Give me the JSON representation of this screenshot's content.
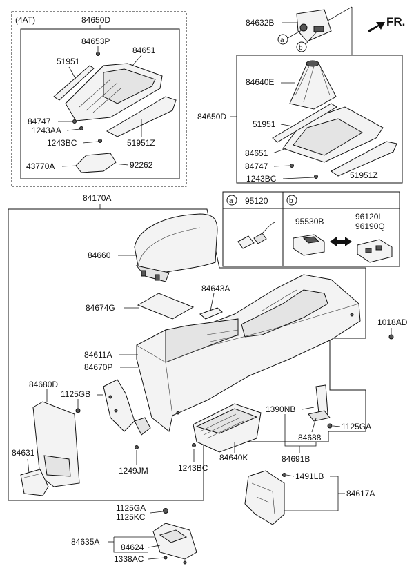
{
  "fr_label": "FR.",
  "variant_label": "(4AT)",
  "inset": {
    "a_label": "a",
    "a_part": "95120",
    "b_label": "b",
    "b_part1": "95530B",
    "b_part2a": "96120L",
    "b_part2b": "96190Q"
  },
  "callouts": {
    "c84650D_top": "84650D",
    "c84653P": "84653P",
    "c84651_top": "84651",
    "c51951_top": "51951",
    "c84747_top": "84747",
    "c1243AA": "1243AA",
    "c1243BC_top": "1243BC",
    "c51951Z_top": "51951Z",
    "c43770A": "43770A",
    "c92262": "92262",
    "c84632B": "84632B",
    "c84640E": "84640E",
    "c84650D_right": "84650D",
    "c51951_right": "51951",
    "c84651_right": "84651",
    "c84747_right": "84747",
    "c1243BC_right": "1243BC",
    "c51951Z_right": "51951Z",
    "c84170A": "84170A",
    "c84660": "84660",
    "c84643A": "84643A",
    "c84674G": "84674G",
    "c1018AD": "1018AD",
    "c84611A": "84611A",
    "c84670P": "84670P",
    "c84680D": "84680D",
    "c1125GB": "1125GB",
    "c1390NB": "1390NB",
    "c1125GA_right": "1125GA",
    "c84688": "84688",
    "c84631": "84631",
    "c84640K": "84640K",
    "c84691B": "84691B",
    "c1249JM": "1249JM",
    "c1243BC_bottom": "1243BC",
    "c1491LB": "1491LB",
    "c84617A": "84617A",
    "c1125GA_bottom": "1125GA",
    "c1125KC": "1125KC",
    "c84635A": "84635A",
    "c84624": "84624",
    "c1338AC": "1338AC"
  }
}
